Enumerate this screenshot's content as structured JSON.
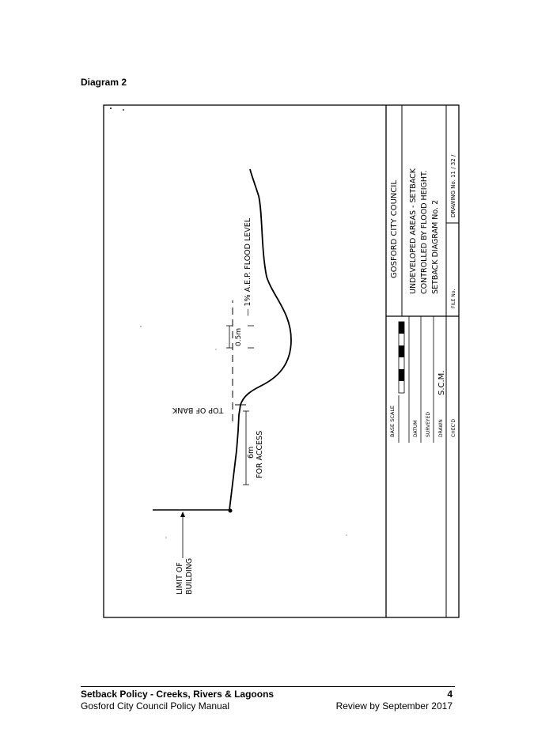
{
  "page": {
    "diagram_label": "Diagram 2"
  },
  "drawing": {
    "flood_level": "— 1% A.E.P. FLOOD LEVEL",
    "freeboard": "0.5m",
    "top_of_bank": "TOP OF BANK",
    "access_width": "6m",
    "access_label": "FOR ACCESS",
    "limit_line1": "LIMIT OF",
    "limit_line2": "BUILDING"
  },
  "title_block": {
    "council": "GOSFORD   CITY   COUNCIL",
    "title_line1": "UNDEVELOPED AREAS - SETBACK",
    "title_line2": "CONTROLLED BY FLOOD HEIGHT.",
    "title_line3": "SETBACK DIAGRAM  No. 2",
    "file_no": "FILE No.",
    "drawing_no": "DRAWING No.   11   /   32 /",
    "base_scale": "BASE SCALE",
    "datum": "DATUM",
    "surveyed": "SURVEYED",
    "drawn": "DRAWN",
    "drawn_by": "S.C.M.",
    "checked": "CHEC'D"
  },
  "footer": {
    "doc_title": "Setback Policy - Creeks, Rivers & Lagoons",
    "page_number": "4",
    "manual": "Gosford City Council Policy Manual",
    "review": "Review by September 2017"
  }
}
